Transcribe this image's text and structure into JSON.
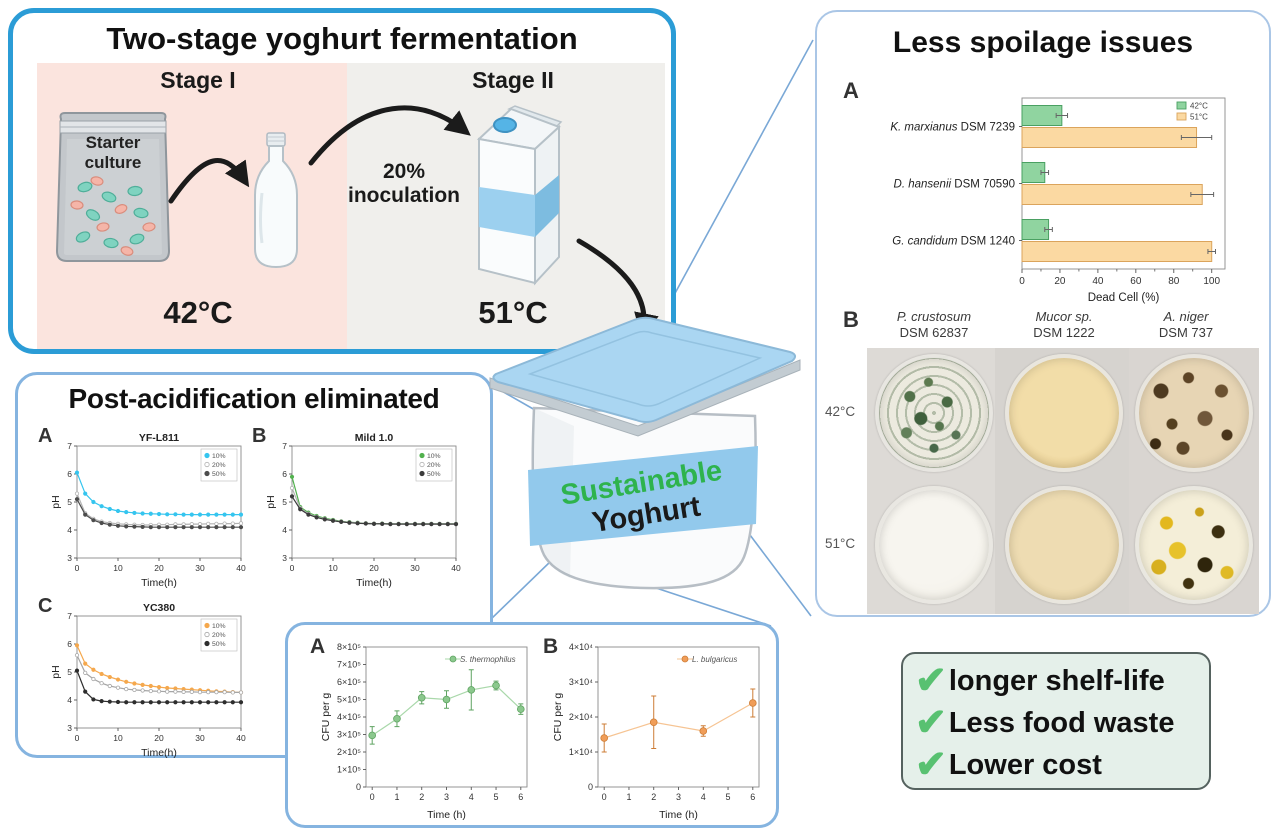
{
  "fermentation": {
    "title": "Two-stage yoghurt fermentation",
    "stage1_label": "Stage I",
    "stage2_label": "Stage II",
    "bag_label": "Starter culture",
    "inoculation_label": "20% inoculation",
    "stage1_temp": "42°C",
    "stage2_temp": "51°C"
  },
  "spoilage": {
    "title": "Less spoilage issues",
    "panel_a": "A",
    "panel_b": "B",
    "columns": [
      {
        "species": "P. crustosum",
        "strain": "DSM 62837"
      },
      {
        "species": "Mucor sp.",
        "strain": "DSM 1222"
      },
      {
        "species": "A. niger",
        "strain": "DSM 737"
      }
    ],
    "rows": [
      "42°C",
      "51°C"
    ]
  },
  "postacid": {
    "title": "Post-acidification eliminated",
    "panel_a": "A",
    "panel_b": "B",
    "panel_c": "C"
  },
  "growth": {
    "panel_a": "A",
    "panel_b": "B"
  },
  "tub": {
    "label_line1": "Sustainable",
    "label_line2": "Yoghurt",
    "line1_color": "#2eb34d",
    "line2_color": "#1a1a1a"
  },
  "benefits": {
    "check_glyph": "✔",
    "check_color": "#58c171",
    "items": [
      "longer shelf-life",
      "Less food waste",
      "Lower cost"
    ]
  },
  "chart_data": [
    {
      "id": "dead_cell",
      "type": "bar",
      "orientation": "horizontal",
      "title": "",
      "xlabel": "Dead Cell (%)",
      "xlim": [
        0,
        107
      ],
      "xticks": [
        0,
        20,
        40,
        60,
        80,
        100
      ],
      "legend": "squares",
      "legend_position": "top-right",
      "categories": [
        {
          "species": "K. marxianus",
          "strain": "DSM 7239"
        },
        {
          "species": "D. hansenii",
          "strain": "DSM 70590"
        },
        {
          "species": "G. candidum",
          "strain": "DSM 1240"
        }
      ],
      "series": [
        {
          "name": "42°C",
          "fill": "#90d4a0",
          "stroke": "#4aa062",
          "values": [
            21,
            12,
            14
          ],
          "errors": [
            3,
            2,
            2
          ]
        },
        {
          "name": "51°C",
          "fill": "#fbd9a2",
          "stroke": "#dba45c",
          "values": [
            92,
            95,
            100
          ],
          "errors": [
            8,
            6,
            2
          ]
        }
      ]
    },
    {
      "id": "yf_l811",
      "type": "line",
      "title": "YF-L811",
      "xlabel": "Time(h)",
      "ylabel": "pH",
      "xlim": [
        0,
        40
      ],
      "ylim": [
        3,
        7
      ],
      "xticks": [
        0,
        10,
        20,
        30,
        40
      ],
      "yticks": [
        3,
        4,
        5,
        6,
        7
      ],
      "legend": "box",
      "legend_position": "top-right",
      "x": [
        0,
        2,
        4,
        6,
        8,
        10,
        12,
        14,
        16,
        18,
        20,
        22,
        24,
        26,
        28,
        30,
        32,
        34,
        36,
        38,
        40
      ],
      "series": [
        {
          "name": "10%",
          "color": "#35c5ef",
          "marker_fill": "#35c5ef",
          "values": [
            6.05,
            5.3,
            5.0,
            4.85,
            4.75,
            4.68,
            4.64,
            4.61,
            4.59,
            4.58,
            4.57,
            4.56,
            4.56,
            4.55,
            4.55,
            4.55,
            4.55,
            4.55,
            4.55,
            4.55,
            4.55
          ]
        },
        {
          "name": "20%",
          "color": "#b3b3b3",
          "marker_fill": "#ffffff",
          "values": [
            5.3,
            4.6,
            4.4,
            4.3,
            4.25,
            4.22,
            4.2,
            4.19,
            4.18,
            4.18,
            4.19,
            4.19,
            4.2,
            4.2,
            4.21,
            4.21,
            4.22,
            4.22,
            4.23,
            4.23,
            4.24
          ]
        },
        {
          "name": "50%",
          "color": "#4c4c4c",
          "marker_fill": "#4c4c4c",
          "values": [
            5.1,
            4.55,
            4.35,
            4.25,
            4.19,
            4.15,
            4.13,
            4.12,
            4.11,
            4.1,
            4.1,
            4.1,
            4.1,
            4.1,
            4.1,
            4.1,
            4.1,
            4.1,
            4.1,
            4.1,
            4.1
          ]
        }
      ]
    },
    {
      "id": "mild_1_0",
      "type": "line",
      "title": "Mild 1.0",
      "xlabel": "Time(h)",
      "ylabel": "pH",
      "xlim": [
        0,
        40
      ],
      "ylim": [
        3,
        7
      ],
      "xticks": [
        0,
        10,
        20,
        30,
        40
      ],
      "yticks": [
        3,
        4,
        5,
        6,
        7
      ],
      "legend": "box",
      "legend_position": "top-right",
      "x": [
        0,
        2,
        4,
        6,
        8,
        10,
        12,
        14,
        16,
        18,
        20,
        22,
        24,
        26,
        28,
        30,
        32,
        34,
        36,
        38,
        40
      ],
      "series": [
        {
          "name": "10%",
          "color": "#52b14e",
          "marker_fill": "#52b14e",
          "values": [
            5.9,
            4.82,
            4.62,
            4.5,
            4.42,
            4.36,
            4.31,
            4.28,
            4.26,
            4.24,
            4.23,
            4.23,
            4.22,
            4.22,
            4.22,
            4.22,
            4.22,
            4.22,
            4.22,
            4.22,
            4.22
          ]
        },
        {
          "name": "20%",
          "color": "#b3b3b3",
          "marker_fill": "#ffffff",
          "values": [
            5.5,
            4.78,
            4.58,
            4.47,
            4.4,
            4.34,
            4.3,
            4.27,
            4.25,
            4.24,
            4.23,
            4.22,
            4.22,
            4.22,
            4.22,
            4.22,
            4.22,
            4.22,
            4.22,
            4.22,
            4.22
          ]
        },
        {
          "name": "50%",
          "color": "#3b3b3b",
          "marker_fill": "#3b3b3b",
          "values": [
            5.2,
            4.74,
            4.55,
            4.45,
            4.38,
            4.33,
            4.29,
            4.26,
            4.24,
            4.23,
            4.22,
            4.22,
            4.21,
            4.21,
            4.21,
            4.21,
            4.21,
            4.21,
            4.21,
            4.21,
            4.21
          ]
        }
      ]
    },
    {
      "id": "yc380",
      "type": "line",
      "title": "YC380",
      "xlabel": "Time(h)",
      "ylabel": "pH",
      "xlim": [
        0,
        40
      ],
      "ylim": [
        3,
        7
      ],
      "xticks": [
        0,
        10,
        20,
        30,
        40
      ],
      "yticks": [
        3,
        4,
        5,
        6,
        7
      ],
      "legend": "box",
      "legend_position": "top-right",
      "x": [
        0,
        2,
        4,
        6,
        8,
        10,
        12,
        14,
        16,
        18,
        20,
        22,
        24,
        26,
        28,
        30,
        32,
        34,
        36,
        38,
        40
      ],
      "series": [
        {
          "name": "10%",
          "color": "#f5a84d",
          "marker_fill": "#f5a84d",
          "values": [
            5.95,
            5.3,
            5.08,
            4.93,
            4.82,
            4.73,
            4.65,
            4.59,
            4.54,
            4.5,
            4.46,
            4.43,
            4.41,
            4.39,
            4.37,
            4.35,
            4.33,
            4.31,
            4.3,
            4.28,
            4.27
          ]
        },
        {
          "name": "20%",
          "color": "#a6a6a6",
          "marker_fill": "#ffffff",
          "values": [
            5.6,
            4.97,
            4.75,
            4.6,
            4.5,
            4.44,
            4.39,
            4.36,
            4.34,
            4.32,
            4.31,
            4.3,
            4.3,
            4.29,
            4.29,
            4.28,
            4.28,
            4.28,
            4.28,
            4.27,
            4.27
          ]
        },
        {
          "name": "50%",
          "color": "#2d2d2d",
          "marker_fill": "#2d2d2d",
          "values": [
            5.05,
            4.3,
            4.02,
            3.96,
            3.94,
            3.93,
            3.92,
            3.92,
            3.92,
            3.92,
            3.92,
            3.92,
            3.92,
            3.92,
            3.92,
            3.92,
            3.92,
            3.92,
            3.92,
            3.92,
            3.92
          ]
        }
      ]
    },
    {
      "id": "s_thermophilus",
      "type": "line",
      "title": "",
      "xlabel": "Time (h)",
      "ylabel": "CFU per g",
      "xlim": [
        -0.25,
        6.25
      ],
      "ylim": [
        0,
        800000
      ],
      "xticks": [
        0,
        1,
        2,
        3,
        4,
        5,
        6
      ],
      "yticks": [
        0,
        100000,
        200000,
        300000,
        400000,
        500000,
        600000,
        700000,
        800000
      ],
      "ytick_labels": [
        "0",
        "1×10⁵",
        "2×10⁵",
        "3×10⁵",
        "4×10⁵",
        "5×10⁵",
        "6×10⁵",
        "7×10⁵",
        "8×10⁵"
      ],
      "legend": "plain-italic",
      "legend_position": "top-right",
      "tick_fs": 9,
      "x": [
        0,
        1,
        2,
        3,
        4,
        5,
        6
      ],
      "series": [
        {
          "name": "S. thermophilus",
          "color": "#a9d8aa",
          "marker_fill": "#8bc88d",
          "marker_stroke": "#5ea361",
          "marker_r": 3.4,
          "values": [
            295000,
            390000,
            510000,
            500000,
            555000,
            580000,
            445000
          ],
          "errors": [
            50000,
            45000,
            35000,
            50000,
            115000,
            25000,
            30000
          ]
        }
      ]
    },
    {
      "id": "l_bulgaricus",
      "type": "line",
      "title": "",
      "xlabel": "Time (h)",
      "ylabel": "CFU per g",
      "xlim": [
        -0.25,
        6.25
      ],
      "ylim": [
        0,
        40000
      ],
      "xticks": [
        0,
        1,
        2,
        3,
        4,
        5,
        6
      ],
      "yticks": [
        0,
        10000,
        20000,
        30000,
        40000
      ],
      "ytick_labels": [
        "0",
        "1×10⁴",
        "2×10⁴",
        "3×10⁴",
        "4×10⁴"
      ],
      "legend": "plain-italic",
      "legend_position": "top-right",
      "tick_fs": 9,
      "x": [
        0,
        2,
        4,
        6
      ],
      "series": [
        {
          "name": "L. bulgaricus",
          "color": "#f6c493",
          "marker_fill": "#f09d58",
          "marker_stroke": "#cd7c35",
          "marker_r": 3.4,
          "values": [
            14000,
            18500,
            16000,
            24000
          ],
          "errors": [
            4000,
            7500,
            1500,
            4000
          ]
        }
      ]
    }
  ]
}
